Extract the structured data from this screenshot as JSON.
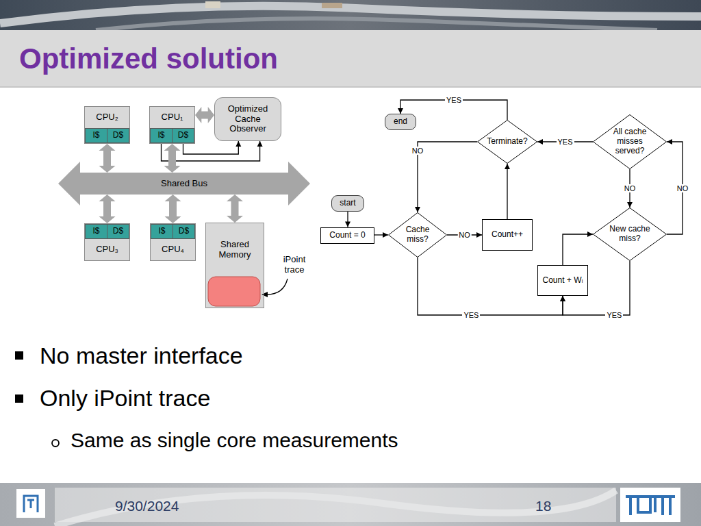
{
  "diagram": {
    "title": "Optimized solution",
    "nodes": [
      {
        "text": [
          "CPU₂"
        ]
      },
      {
        "text": [
          "I$"
        ],
        "in": 0
      },
      {
        "text": [
          "D$"
        ],
        "in": 0
      },
      {
        "text": [
          "CPU₁"
        ]
      },
      {
        "text": [
          "I$"
        ],
        "in": 3
      },
      {
        "text": [
          "D$"
        ],
        "in": 3
      },
      {
        "text": [
          "Optimized Cache Observer"
        ]
      },
      {
        "text": [
          "Shared Bus"
        ]
      },
      {
        "text": [
          "CPU₃"
        ]
      },
      {
        "text": [
          "I$"
        ],
        "in": 8
      },
      {
        "text": [
          "D$"
        ],
        "in": 8
      },
      {
        "text": [
          "CPU₄"
        ]
      },
      {
        "text": [
          "I$"
        ],
        "in": 11
      },
      {
        "text": [
          "D$"
        ],
        "in": 11
      },
      {
        "text": [
          "Shared Memory"
        ]
      },
      {
        "text": [
          "start"
        ]
      },
      {
        "text": [
          "Count = 0"
        ]
      },
      {
        "text": [
          "Cache miss?"
        ]
      },
      {
        "text": [
          "Count++"
        ]
      },
      {
        "text": [
          "Terminate?"
        ]
      },
      {
        "text": [
          "end"
        ]
      },
      {
        "text": [
          "All cache misses served?"
        ]
      },
      {
        "text": [
          "New cache miss?"
        ]
      },
      {
        "text": [
          "Count + Wₗ"
        ]
      }
    ],
    "edges": [
      {
        "from": 3,
        "to": 6,
        "arrow": "both"
      },
      {
        "from": 5,
        "to": 6,
        "arrow": "to"
      },
      {
        "from": 4,
        "to": 6,
        "arrow": "to"
      },
      {
        "from": 0,
        "to": 7,
        "arrow": "both"
      },
      {
        "from": 3,
        "to": 7,
        "arrow": "both"
      },
      {
        "from": 7,
        "to": 8,
        "arrow": "both"
      },
      {
        "from": 7,
        "to": 11,
        "arrow": "both"
      },
      {
        "from": 7,
        "to": 14,
        "arrow": "both"
      },
      {
        "from": 15,
        "to": 16,
        "arrow": "to"
      },
      {
        "from": 16,
        "to": 17,
        "arrow": "to"
      },
      {
        "from": 17,
        "to": 18,
        "label": "NO",
        "arrow": "to"
      },
      {
        "from": 18,
        "to": 19,
        "arrow": "to"
      },
      {
        "from": 19,
        "to": 20,
        "label": "YES",
        "arrow": "to"
      },
      {
        "from": 19,
        "to": 17,
        "label": "NO",
        "arrow": "to"
      },
      {
        "from": 17,
        "to": 23,
        "label": "YES",
        "arrow": "to"
      },
      {
        "from": 22,
        "to": 23,
        "label": "YES",
        "arrow": "to"
      },
      {
        "from": 23,
        "to": 22,
        "arrow": "to"
      },
      {
        "from": 22,
        "to": 21,
        "label": "NO",
        "arrow": "to"
      },
      {
        "from": 21,
        "to": 22,
        "label": "NO",
        "arrow": "to"
      },
      {
        "from": 21,
        "to": 19,
        "label": "YES",
        "arrow": "to"
      }
    ],
    "labels": [
      "iPoint trace",
      "No master interface",
      "Only iPoint trace",
      "Same as single core measurements",
      "9/30/2024",
      "18"
    ]
  }
}
